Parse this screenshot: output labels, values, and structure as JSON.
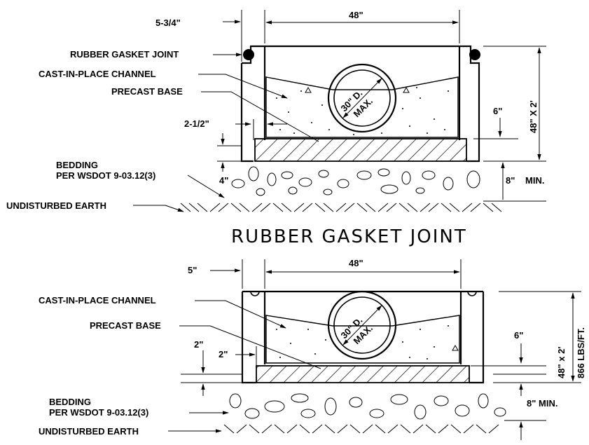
{
  "top_detail": {
    "dim_wall": "5-3/4\"",
    "dim_width": "48\"",
    "gasket": "RUBBER GASKET JOINT",
    "channel": "CAST-IN-PLACE CHANNEL",
    "base": "PRECAST BASE",
    "dim_inset": "2-1/2\"",
    "dim_6": "6\"",
    "dim_height": "48\" X 2'",
    "bedding_1": "BEDDING",
    "bedding_2": "PER WSDOT 9-03.12(3)",
    "dim_4": "4\"",
    "dim_8": "8\"",
    "min": "MIN.",
    "earth": "UNDISTURBED EARTH",
    "pipe_1": "30\" D.",
    "pipe_2": "MAX."
  },
  "section_title": "RUBBER GASKET JOINT",
  "bottom_detail": {
    "dim_wall": "5\"",
    "dim_width": "48\"",
    "channel": "CAST-IN-PLACE CHANNEL",
    "base": "PRECAST BASE",
    "dim_2a": "2\"",
    "dim_2b": "2\"",
    "dim_6": "6\"",
    "dim_height_1": "48\" x 2'",
    "dim_height_2": "866 LBS/FT.",
    "dim_8": "8\" MIN.",
    "bedding_1": "BEDDING",
    "bedding_2": "PER WSDOT 9-03.12(3)",
    "earth": "UNDISTURBED EARTH",
    "pipe_1": "30\" D.",
    "pipe_2": "MAX."
  }
}
